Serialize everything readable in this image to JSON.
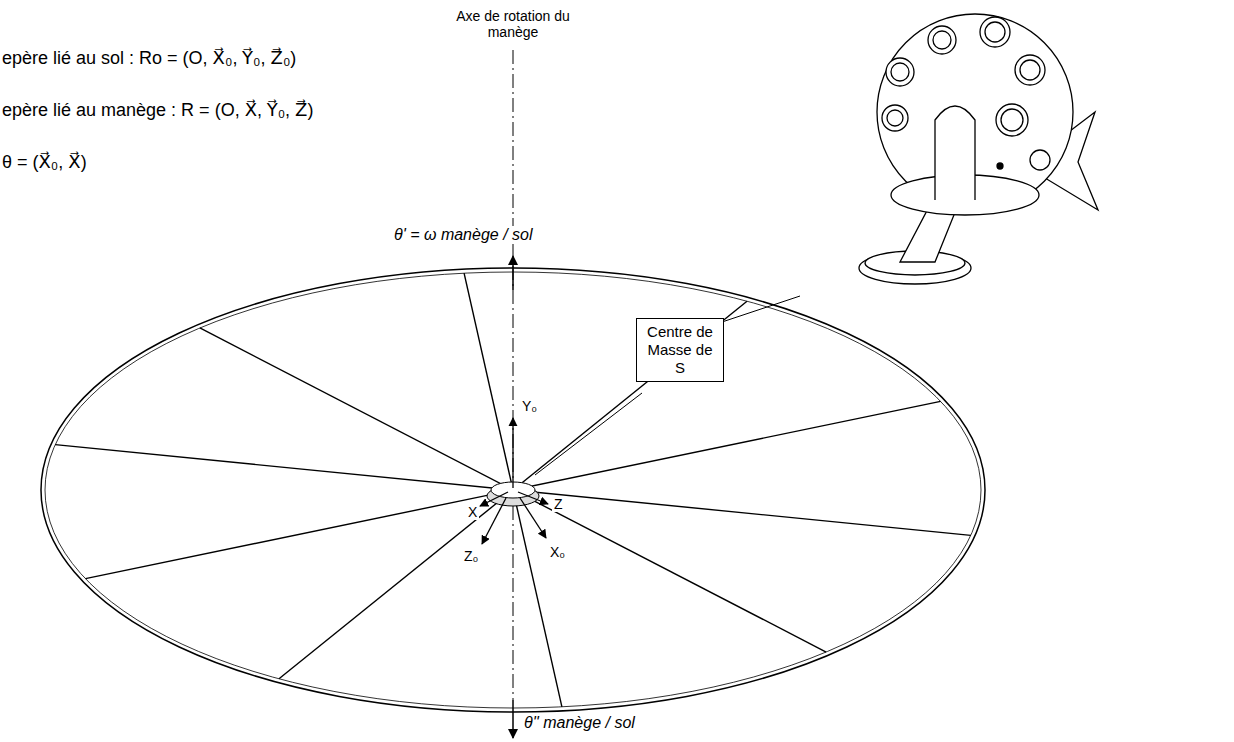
{
  "diagram": {
    "nodes": [
      {
        "text": [
          "Centre de Masse de S"
        ]
      }
    ],
    "labels": [
      "epère lié au sol : Ro = (O, X⃗₀, Y⃗₀, Z⃗₀)",
      "epère lié au manège : R = (O, X⃗, Y⃗₀, Z⃗)",
      "θ = (X⃗₀, X⃗)",
      "Axe de rotation du manège",
      "θ' = ω manège / sol",
      "Y₀",
      "X",
      "Z",
      "Z₀",
      "X₀",
      "θ'' manège / sol"
    ]
  }
}
